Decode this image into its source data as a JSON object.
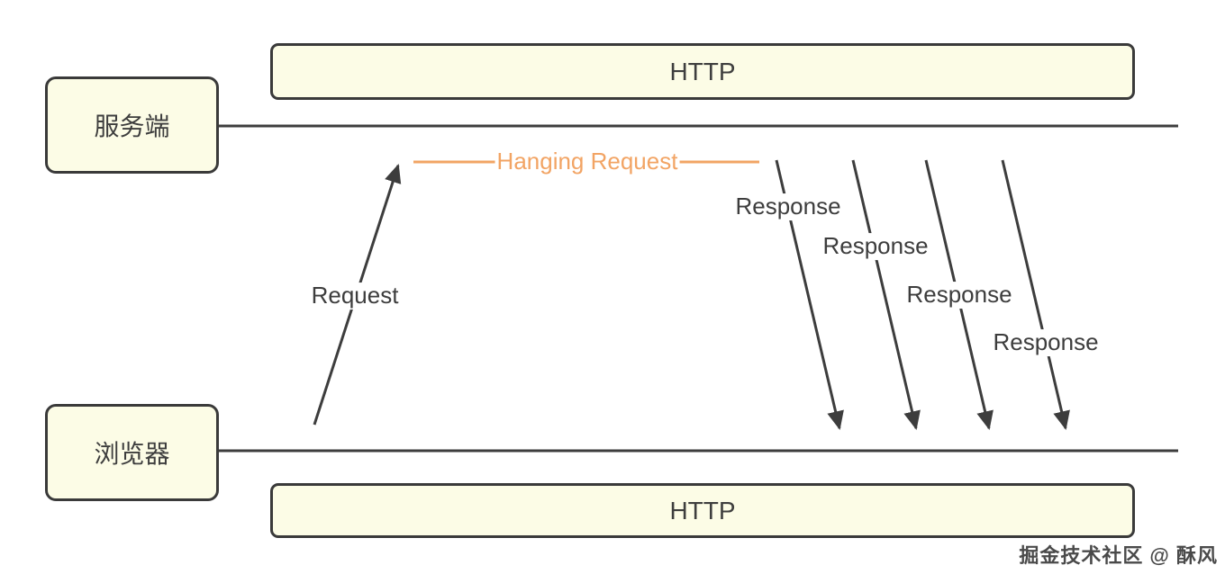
{
  "nodes": {
    "server": "服务端",
    "browser": "浏览器"
  },
  "http_bars": {
    "top": "HTTP",
    "bottom": "HTTP"
  },
  "labels": {
    "request": "Request",
    "hanging_request": "Hanging Request",
    "responses": [
      "Response",
      "Response",
      "Response",
      "Response"
    ]
  },
  "watermark": "掘金技术社区 @ 酥风",
  "colors": {
    "line_dark": "#3D3D3D",
    "accent_orange": "#F2A464",
    "box_fill": "#FCFCE6",
    "box_border": "#3A3A3A",
    "text_dark": "#3E3E3E",
    "watermark_color": "#4A4A4A",
    "page_bg": "#FFFFFF"
  }
}
